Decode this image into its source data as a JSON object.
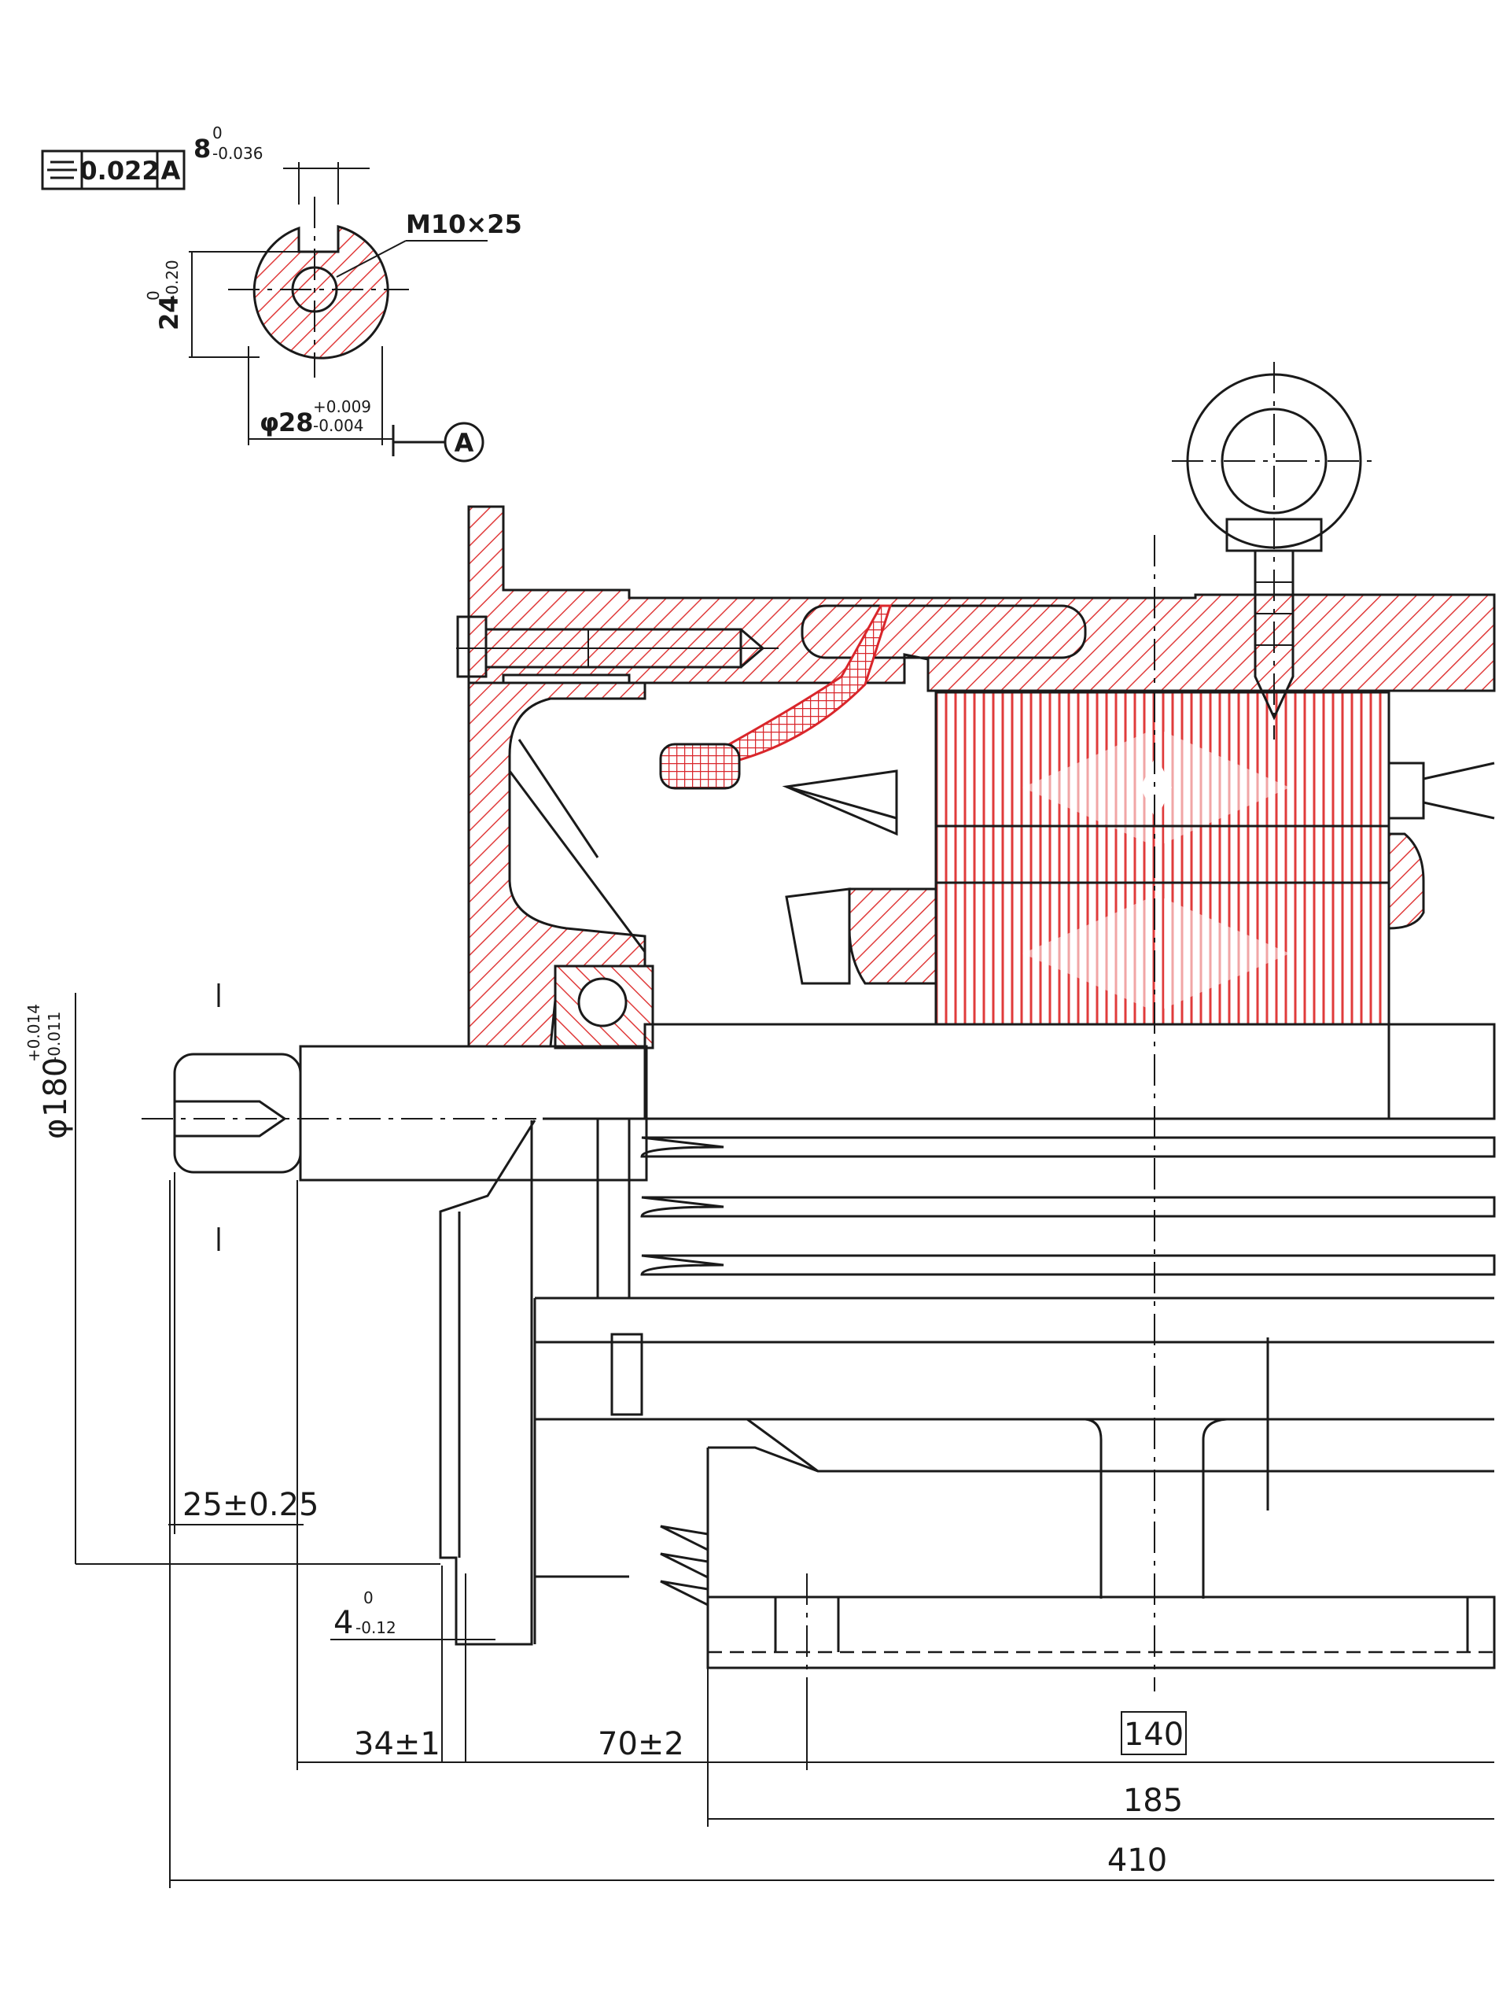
{
  "colors": {
    "hatch": "#e03b3b",
    "line": "#1a1a1a",
    "winding": "#d9262b"
  },
  "flatness_frame": {
    "symbol": "⌯",
    "tolerance": "0.022",
    "datum": "A"
  },
  "key_width": {
    "nominal": "8",
    "upper": "0",
    "lower": "-0.036"
  },
  "key_depth": {
    "nominal": "24",
    "upper": "0",
    "lower": "-0.20"
  },
  "thread_label": "M10×25",
  "shaft_diameter": {
    "symbol": "φ",
    "nominal": "28",
    "upper": "+0.009",
    "lower": "-0.004"
  },
  "datum_label": "A",
  "flange_diameter": {
    "symbol": "φ",
    "nominal": "180",
    "upper": "+0.014",
    "lower": "-0.011"
  },
  "dims": {
    "shaft_length": "25±0.25",
    "spigot_depth": {
      "nominal": "4",
      "upper": "0",
      "lower": "-0.12"
    },
    "d34": "34±1",
    "d70": "70±2",
    "d140": "140",
    "d185": "185",
    "d410": "410"
  }
}
